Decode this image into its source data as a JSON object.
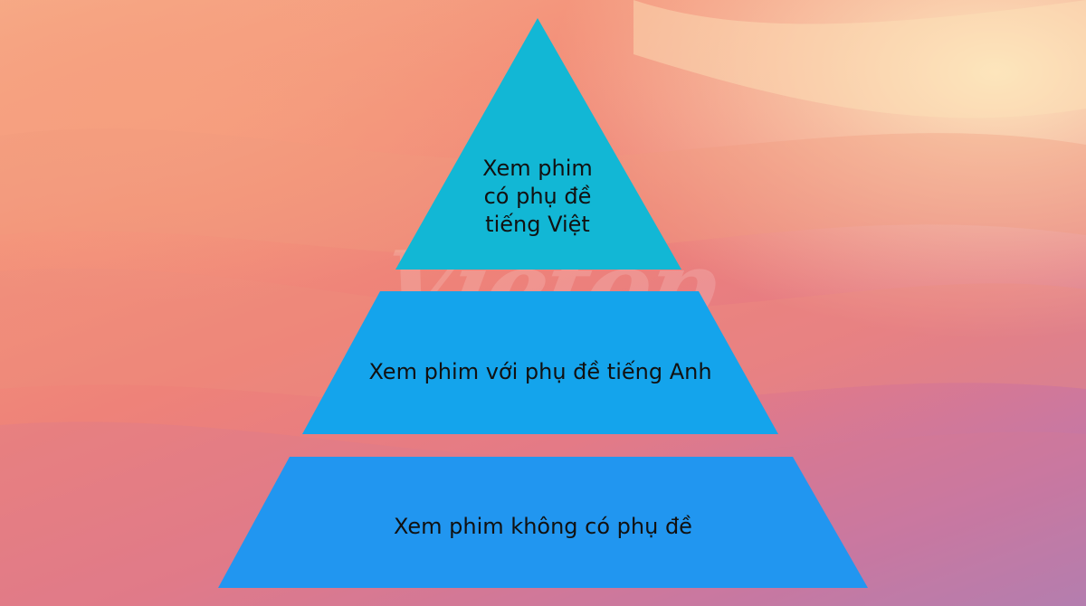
{
  "pyramid": {
    "tiers": [
      {
        "label": "Xem phim\ncó phụ đề\n tiếng Việt",
        "color": "#12b7d5"
      },
      {
        "label": "Xem phim với phụ đề tiếng Anh",
        "color": "#14a4ec"
      },
      {
        "label": "Xem phim không có phụ đề",
        "color": "#2196f0"
      }
    ]
  },
  "watermark": {
    "text": "Vietop"
  },
  "colors": {
    "background_warm": "#f7b08a",
    "background_cool": "#a57fbb",
    "text": "#111111"
  }
}
